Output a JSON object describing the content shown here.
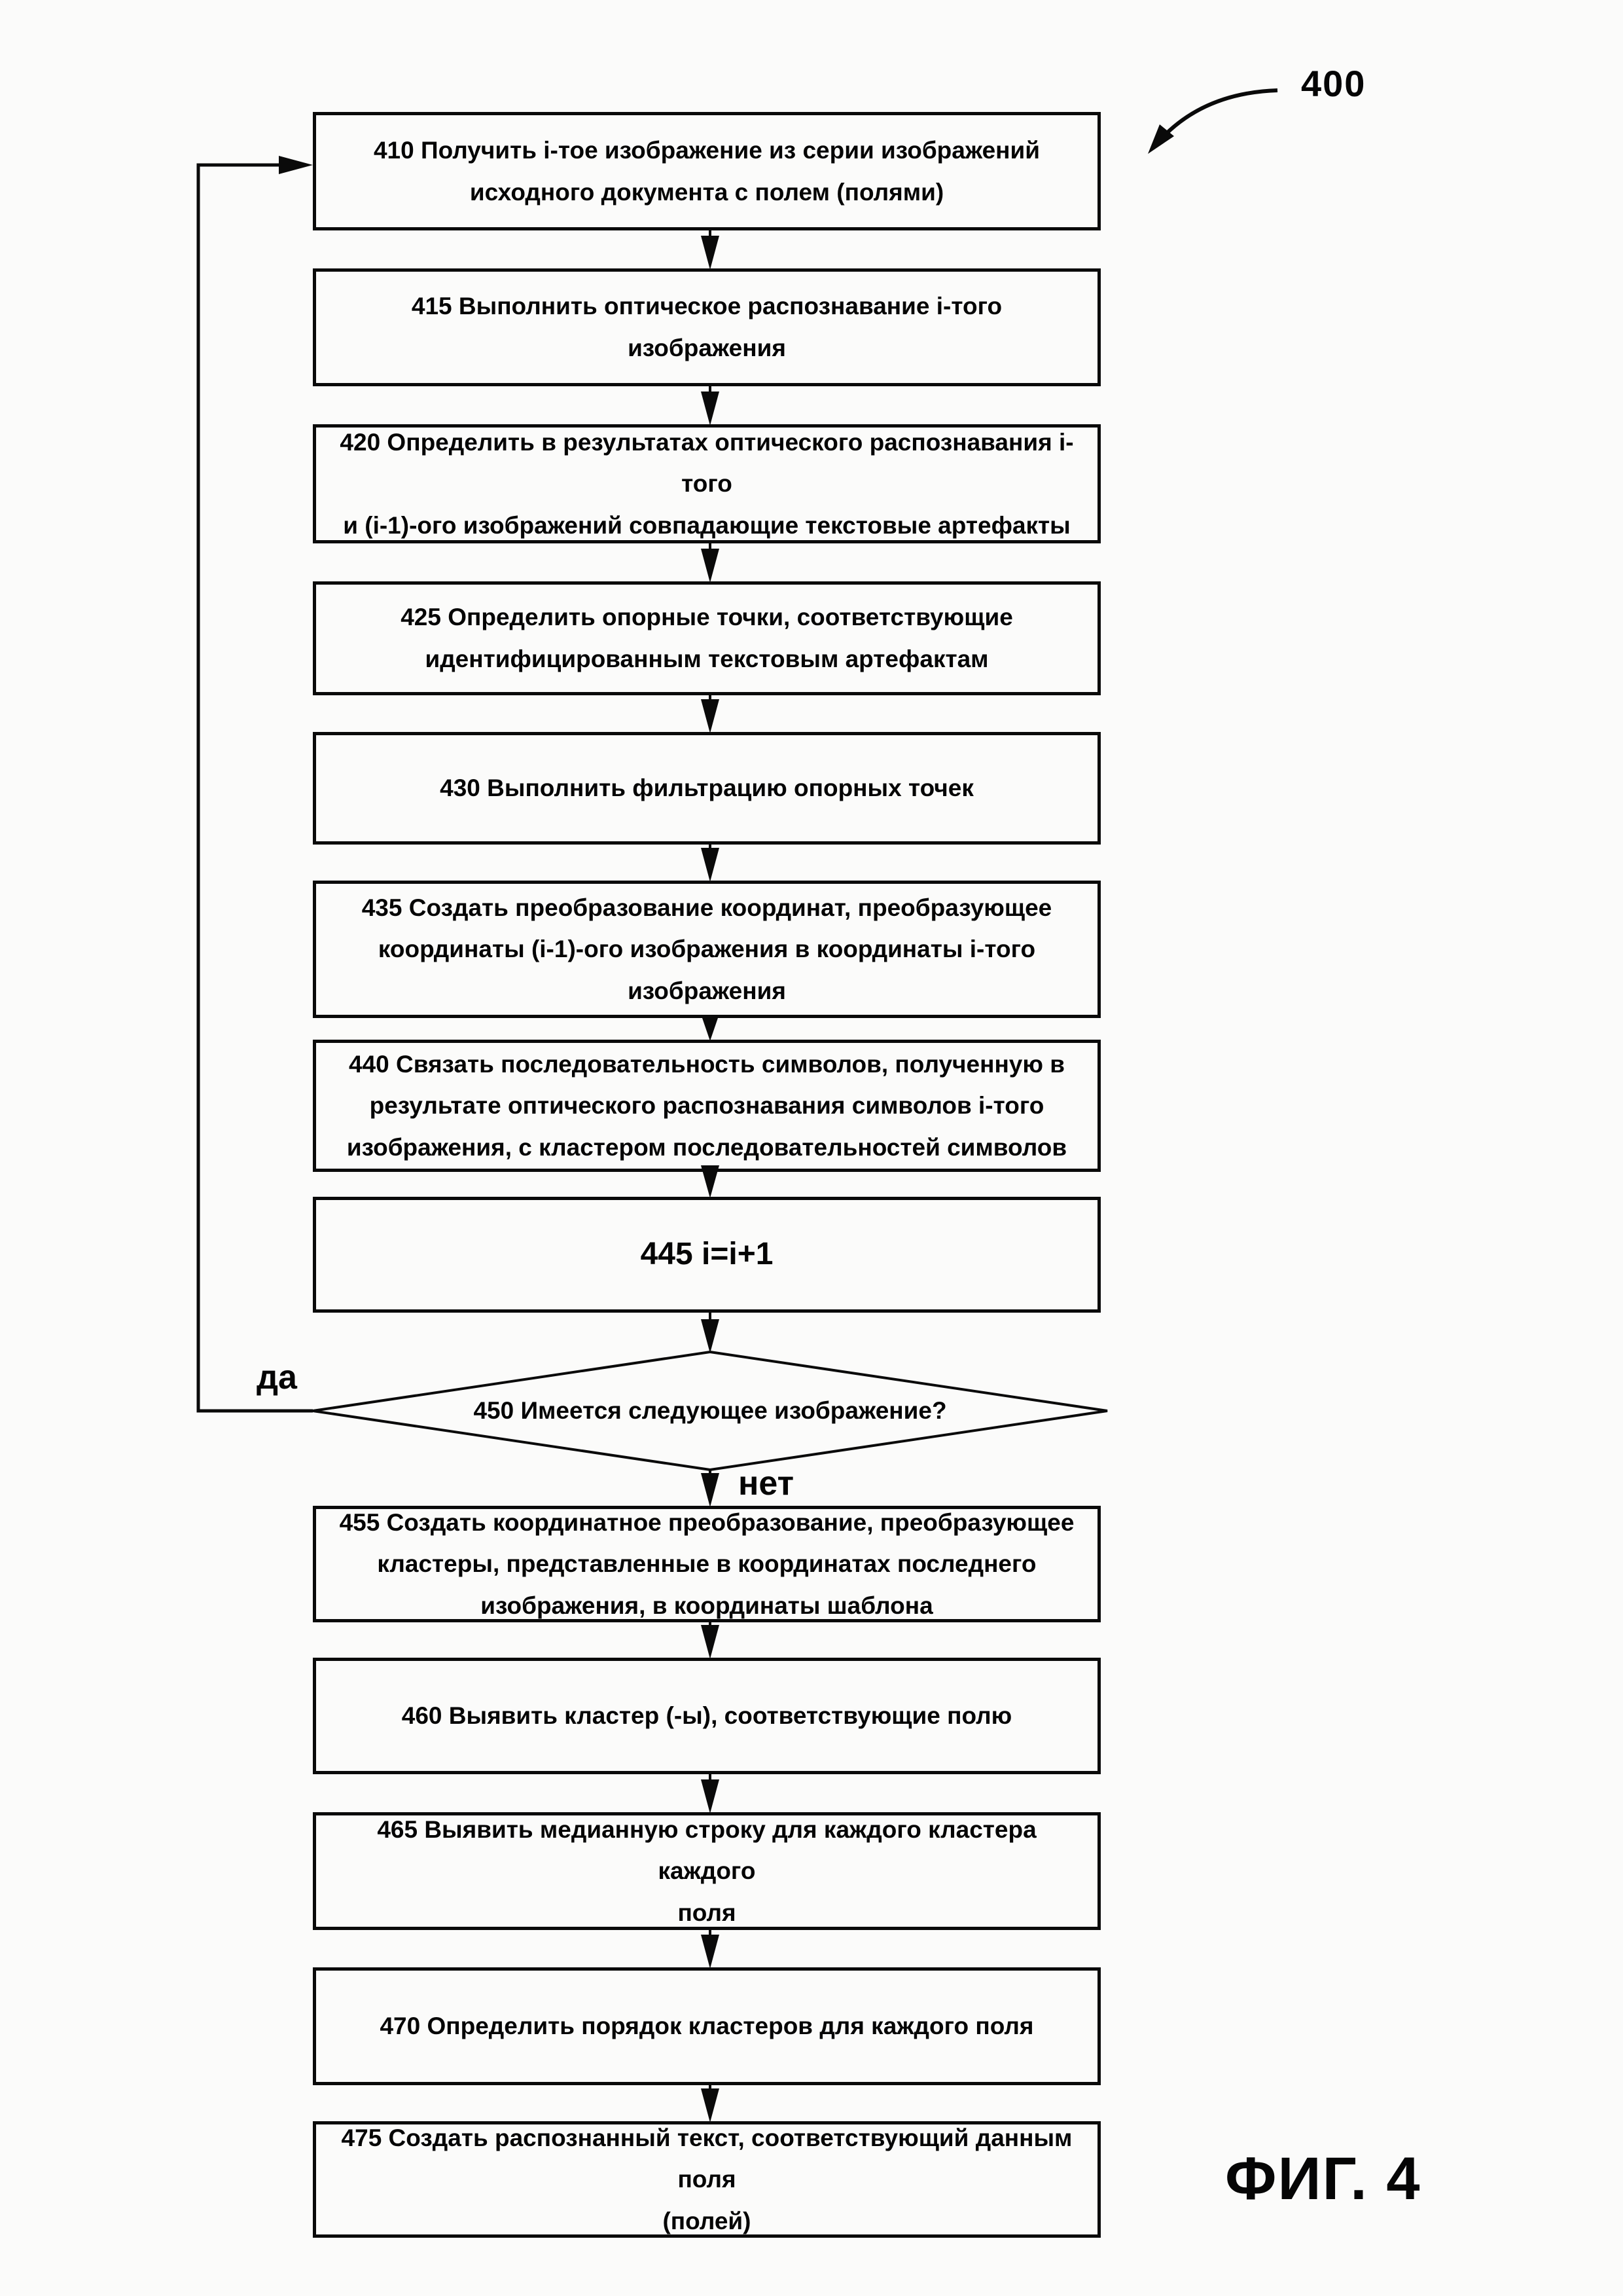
{
  "figure": {
    "reference_number": "400",
    "caption": "ФИГ. 4"
  },
  "flowchart": {
    "nodes": [
      {
        "id": "410",
        "type": "process",
        "label": "410 Получить i-тое изображение из серии изображений\nисходного документа с полем (полями)"
      },
      {
        "id": "415",
        "type": "process",
        "label": "415 Выполнить оптическое распознавание i-того изображения"
      },
      {
        "id": "420",
        "type": "process",
        "label": "420 Определить в результатах оптического распознавания i-того\nи (i-1)-ого изображений совпадающие текстовые артефакты"
      },
      {
        "id": "425",
        "type": "process",
        "label": "425 Определить опорные точки, соответствующие\nидентифицированным текстовым артефактам"
      },
      {
        "id": "430",
        "type": "process",
        "label": "430 Выполнить фильтрацию опорных точек"
      },
      {
        "id": "435",
        "type": "process",
        "label": "435 Создать преобразование координат, преобразующее\nкоординаты (i-1)-ого изображения в координаты i-того\nизображения"
      },
      {
        "id": "440",
        "type": "process",
        "label": "440 Связать последовательность символов, полученную в\nрезультате оптического распознавания символов i-того\nизображения, с кластером последовательностей символов"
      },
      {
        "id": "445",
        "type": "process",
        "label": "445 i=i+1"
      },
      {
        "id": "450",
        "type": "decision",
        "label": "450 Имеется следующее изображение?"
      },
      {
        "id": "455",
        "type": "process",
        "label": "455 Создать координатное преобразование, преобразующее\nкластеры, представленные в координатах последнего\nизображения, в координаты шаблона"
      },
      {
        "id": "460",
        "type": "process",
        "label": "460 Выявить  кластер (-ы), соответствующие полю"
      },
      {
        "id": "465",
        "type": "process",
        "label": "465 Выявить медианную строку для каждого кластера каждого\nполя"
      },
      {
        "id": "470",
        "type": "process",
        "label": "470 Определить порядок кластеров для каждого поля"
      },
      {
        "id": "475",
        "type": "process",
        "label": "475 Создать распознанный текст, соответствующий данным поля\n(полей)"
      }
    ],
    "branch_labels": {
      "yes": "да",
      "no": "нет"
    },
    "edges": [
      {
        "from": "410",
        "to": "415"
      },
      {
        "from": "415",
        "to": "420"
      },
      {
        "from": "420",
        "to": "425"
      },
      {
        "from": "425",
        "to": "430"
      },
      {
        "from": "430",
        "to": "435"
      },
      {
        "from": "435",
        "to": "440"
      },
      {
        "from": "440",
        "to": "445"
      },
      {
        "from": "445",
        "to": "450"
      },
      {
        "from": "450",
        "to": "455",
        "label": "нет"
      },
      {
        "from": "450",
        "to": "410",
        "label": "да"
      },
      {
        "from": "455",
        "to": "460"
      },
      {
        "from": "460",
        "to": "465"
      },
      {
        "from": "465",
        "to": "470"
      },
      {
        "from": "470",
        "to": "475"
      }
    ],
    "line_color": "#0a0a0a",
    "background_color": "#fbfbfa"
  }
}
